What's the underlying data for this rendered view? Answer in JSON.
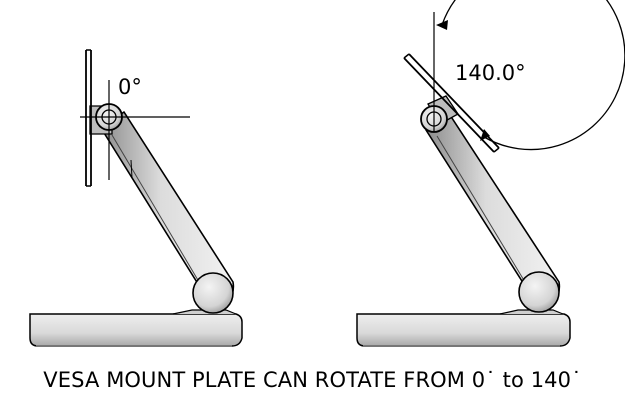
{
  "figures": {
    "left": {
      "angle_label": "0°"
    },
    "right": {
      "angle_label": "140.0°"
    }
  },
  "caption": "VESA MOUNT PLATE CAN ROTATE FROM 0˙ to 140˙",
  "colors": {
    "line": "#000000",
    "body_light": "#e6e6e6",
    "body_mid": "#c9c9c9",
    "body_dark": "#8a8a8a",
    "background": "#ffffff"
  }
}
